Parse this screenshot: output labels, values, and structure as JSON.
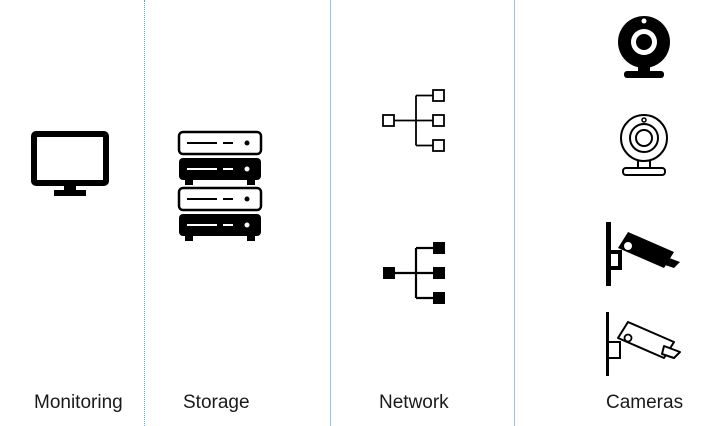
{
  "columns": {
    "monitoring": {
      "label": "Monitoring"
    },
    "storage": {
      "label": "Storage"
    },
    "network": {
      "label": "Network"
    },
    "cameras": {
      "label": "Cameras"
    }
  },
  "icons": [
    "monitor-icon",
    "server-rack-icon",
    "network-tree-outline-icon",
    "network-tree-filled-icon",
    "webcam-filled-icon",
    "webcam-outline-icon",
    "security-camera-filled-icon",
    "security-camera-outline-icon"
  ],
  "colors": {
    "icon": "#000000",
    "divider_dotted": "#7a9cc8",
    "divider_solid": "#a9bcd6"
  }
}
